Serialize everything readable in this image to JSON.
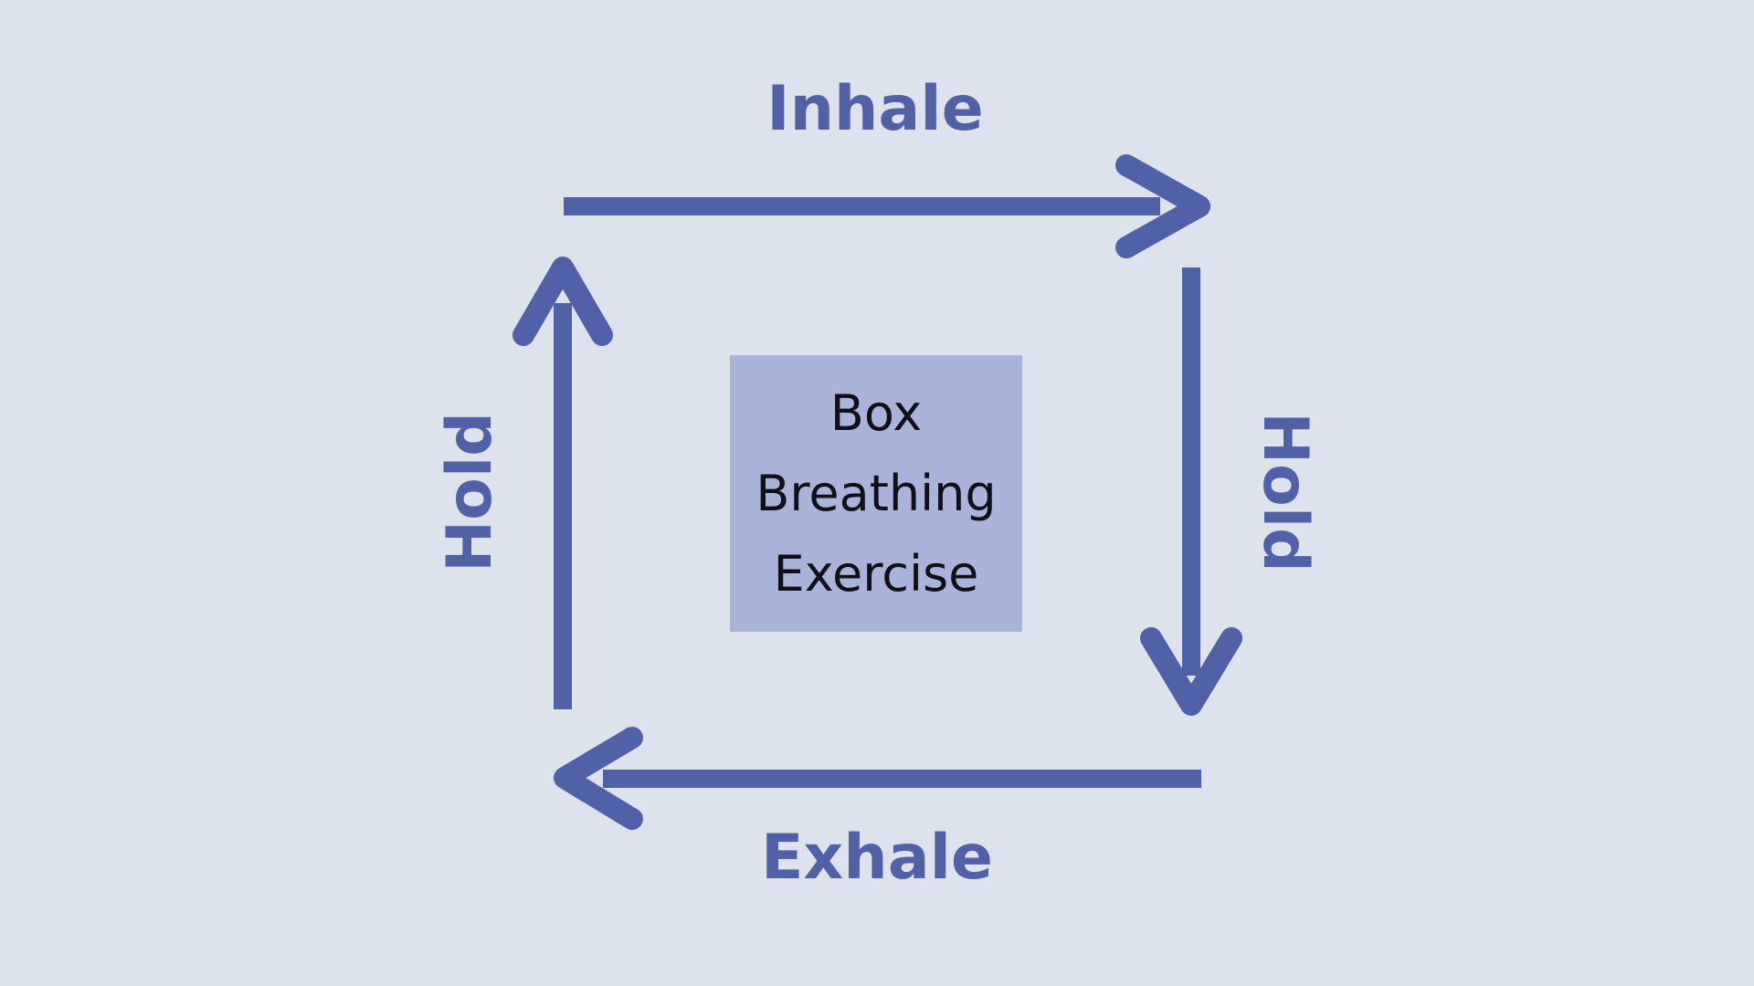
{
  "colors": {
    "background": "#dce3ec",
    "arrow": "#5061a8",
    "label_text": "#5061a8",
    "box_fill": "#aab4d8",
    "box_text": "#101018"
  },
  "labels": {
    "top": "Inhale",
    "right": "Hold",
    "bottom": "Exhale",
    "left": "Hold"
  },
  "center_box": {
    "lines": [
      "Box",
      "Breathing",
      "Exercise"
    ]
  },
  "arrows": [
    {
      "name": "inhale-arrow",
      "edge": "top",
      "direction": "right"
    },
    {
      "name": "hold-right-arrow",
      "edge": "right",
      "direction": "down"
    },
    {
      "name": "exhale-arrow",
      "edge": "bottom",
      "direction": "left"
    },
    {
      "name": "hold-left-arrow",
      "edge": "left",
      "direction": "up"
    }
  ]
}
